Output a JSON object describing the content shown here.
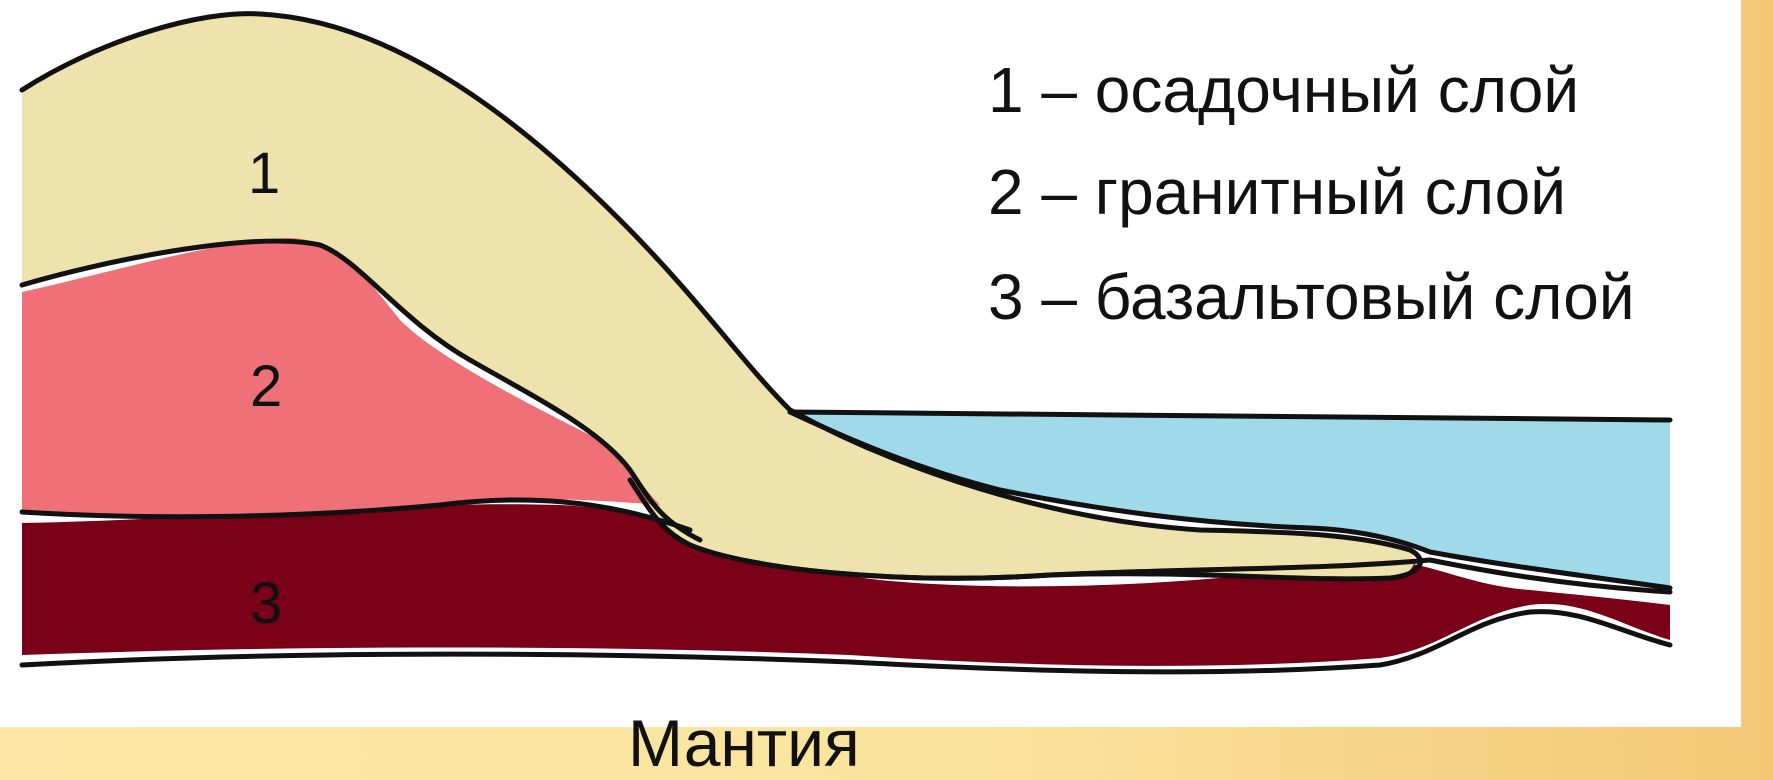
{
  "diagram": {
    "layer_numbers": [
      "1",
      "2",
      "3"
    ],
    "legend": [
      "1 – осадочный слой",
      "2 – гранитный слой",
      "3 – базальтовый слой"
    ],
    "bottom_label": "Мантия"
  },
  "colors": {
    "sedimentary": "#efe3ad",
    "granite": "#f07078",
    "basalt": "#7a0018",
    "water": "#9fd9ea",
    "outline": "#111111",
    "background": "#fbe8a6"
  }
}
